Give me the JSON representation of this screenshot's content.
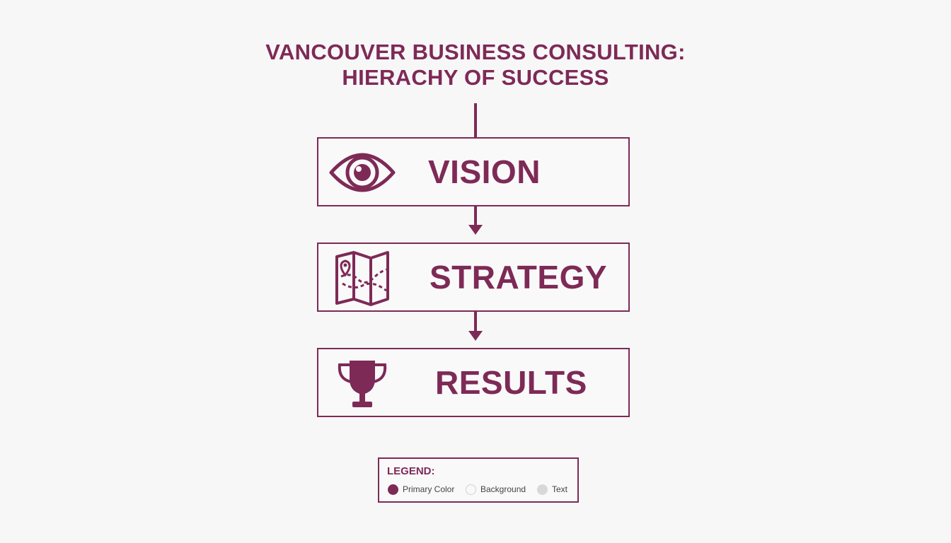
{
  "title": {
    "line1": "VANCOUVER BUSINESS CONSULTING:",
    "line2": "HIERACHY OF SUCCESS"
  },
  "stages": [
    {
      "label": "VISION",
      "icon": "eye-icon"
    },
    {
      "label": "STRATEGY",
      "icon": "map-icon"
    },
    {
      "label": "RESULTS",
      "icon": "trophy-icon"
    }
  ],
  "legend": {
    "title": "LEGEND:",
    "items": [
      {
        "label": "Primary Color",
        "color": "#7e2a56"
      },
      {
        "label": "Background",
        "color": "#f9f9fa"
      },
      {
        "label": "Text",
        "color": "#d8d8da"
      }
    ]
  },
  "colors": {
    "primary": "#7e2a56",
    "background": "#f7f7f8"
  }
}
